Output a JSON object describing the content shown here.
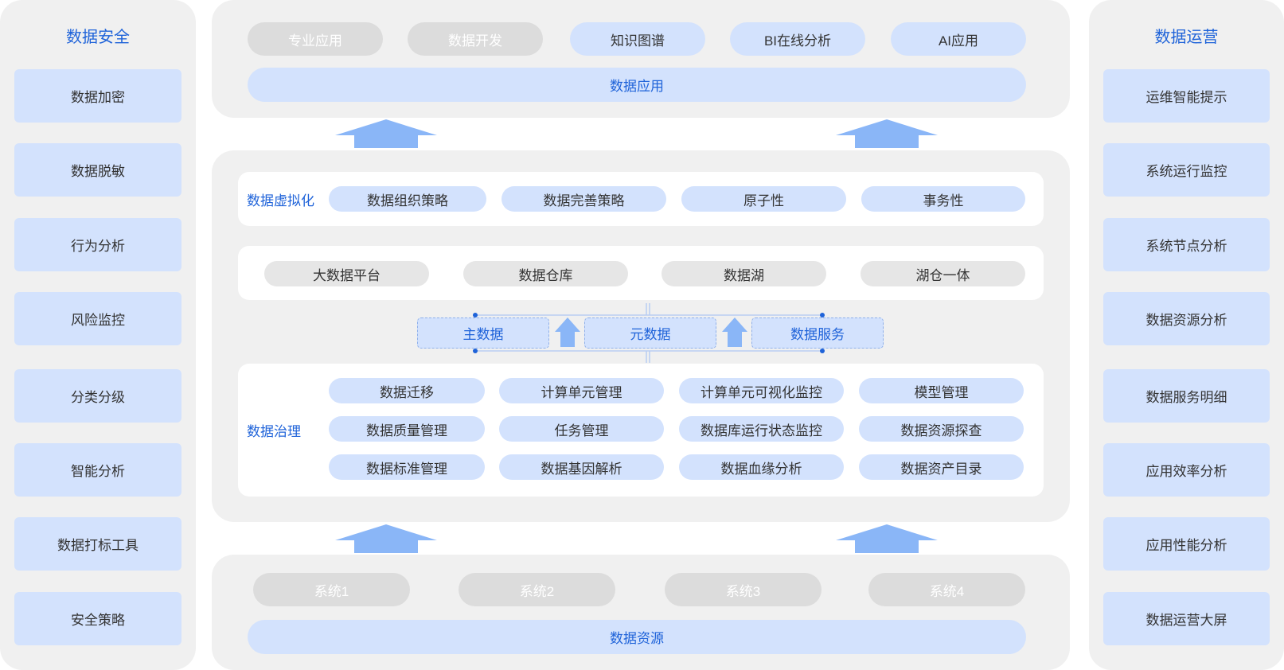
{
  "left_panel": {
    "title": "数据安全",
    "items": [
      "数据加密",
      "数据脱敏",
      "行为分析",
      "风险监控",
      "分类分级",
      "智能分析",
      "数据打标工具",
      "安全策略"
    ]
  },
  "right_panel": {
    "title": "数据运营",
    "items": [
      "运维智能提示",
      "系统运行监控",
      "系统节点分析",
      "数据资源分析",
      "数据服务明细",
      "应用效率分析",
      "应用性能分析",
      "数据运营大屏"
    ]
  },
  "top_section": {
    "apps": [
      "专业应用",
      "数据开发",
      "知识图谱",
      "BI在线分析",
      "AI应用"
    ],
    "bar_label": "数据应用"
  },
  "virtualization": {
    "label": "数据虚拟化",
    "items": [
      "数据组织策略",
      "数据完善策略",
      "原子性",
      "事务性"
    ]
  },
  "storage": {
    "items": [
      "大数据平台",
      "数据仓库",
      "数据湖",
      "湖仓一体"
    ]
  },
  "middle_services": {
    "items": [
      "主数据",
      "元数据",
      "数据服务"
    ]
  },
  "governance": {
    "label": "数据治理",
    "rows": [
      [
        "数据迁移",
        "计算单元管理",
        "计算单元可视化监控",
        "模型管理"
      ],
      [
        "数据质量管理",
        "任务管理",
        "数据库运行状态监控",
        "数据资源探查"
      ],
      [
        "数据标准管理",
        "数据基因解析",
        "数据血缘分析",
        "数据资产目录"
      ]
    ]
  },
  "bottom_section": {
    "systems": [
      "系统1",
      "系统2",
      "系统3",
      "系统4"
    ],
    "bar_label": "数据资源"
  },
  "colors": {
    "accent_text": "#1f63d9",
    "light_blue": "#d3e2fd",
    "arrow_blue": "#8ab6f7",
    "panel_gray": "#f0f0f0",
    "pill_gray": "#e6e6e6"
  }
}
